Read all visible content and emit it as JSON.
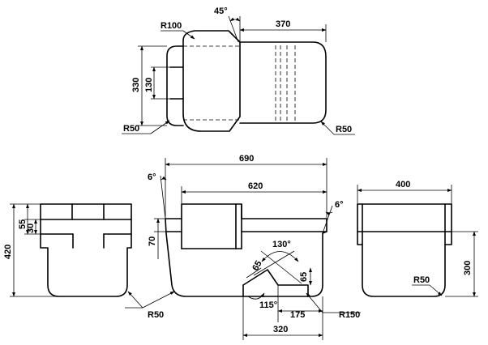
{
  "dimensions": {
    "top_view": {
      "angle": "45°",
      "width_right": "370",
      "radius_corner": "R100",
      "height_total": "330",
      "height_inner": "130",
      "radius_left": "R50",
      "radius_right": "R50"
    },
    "front_view": {
      "length_top": "690",
      "length_inner": "620",
      "draft_left": "6°",
      "draft_right": "6°",
      "height_step": "70",
      "angle_cut": "130°",
      "cut_left": "65",
      "cut_right": "65",
      "angle_bottom": "115°",
      "radius_bottom": "R150",
      "length_175": "175",
      "length_320": "320",
      "radius_base": "R50"
    },
    "left_view": {
      "height_total": "420",
      "height_55": "55",
      "height_30": "30"
    },
    "right_view": {
      "width": "400",
      "height": "300",
      "radius": "R50"
    }
  }
}
